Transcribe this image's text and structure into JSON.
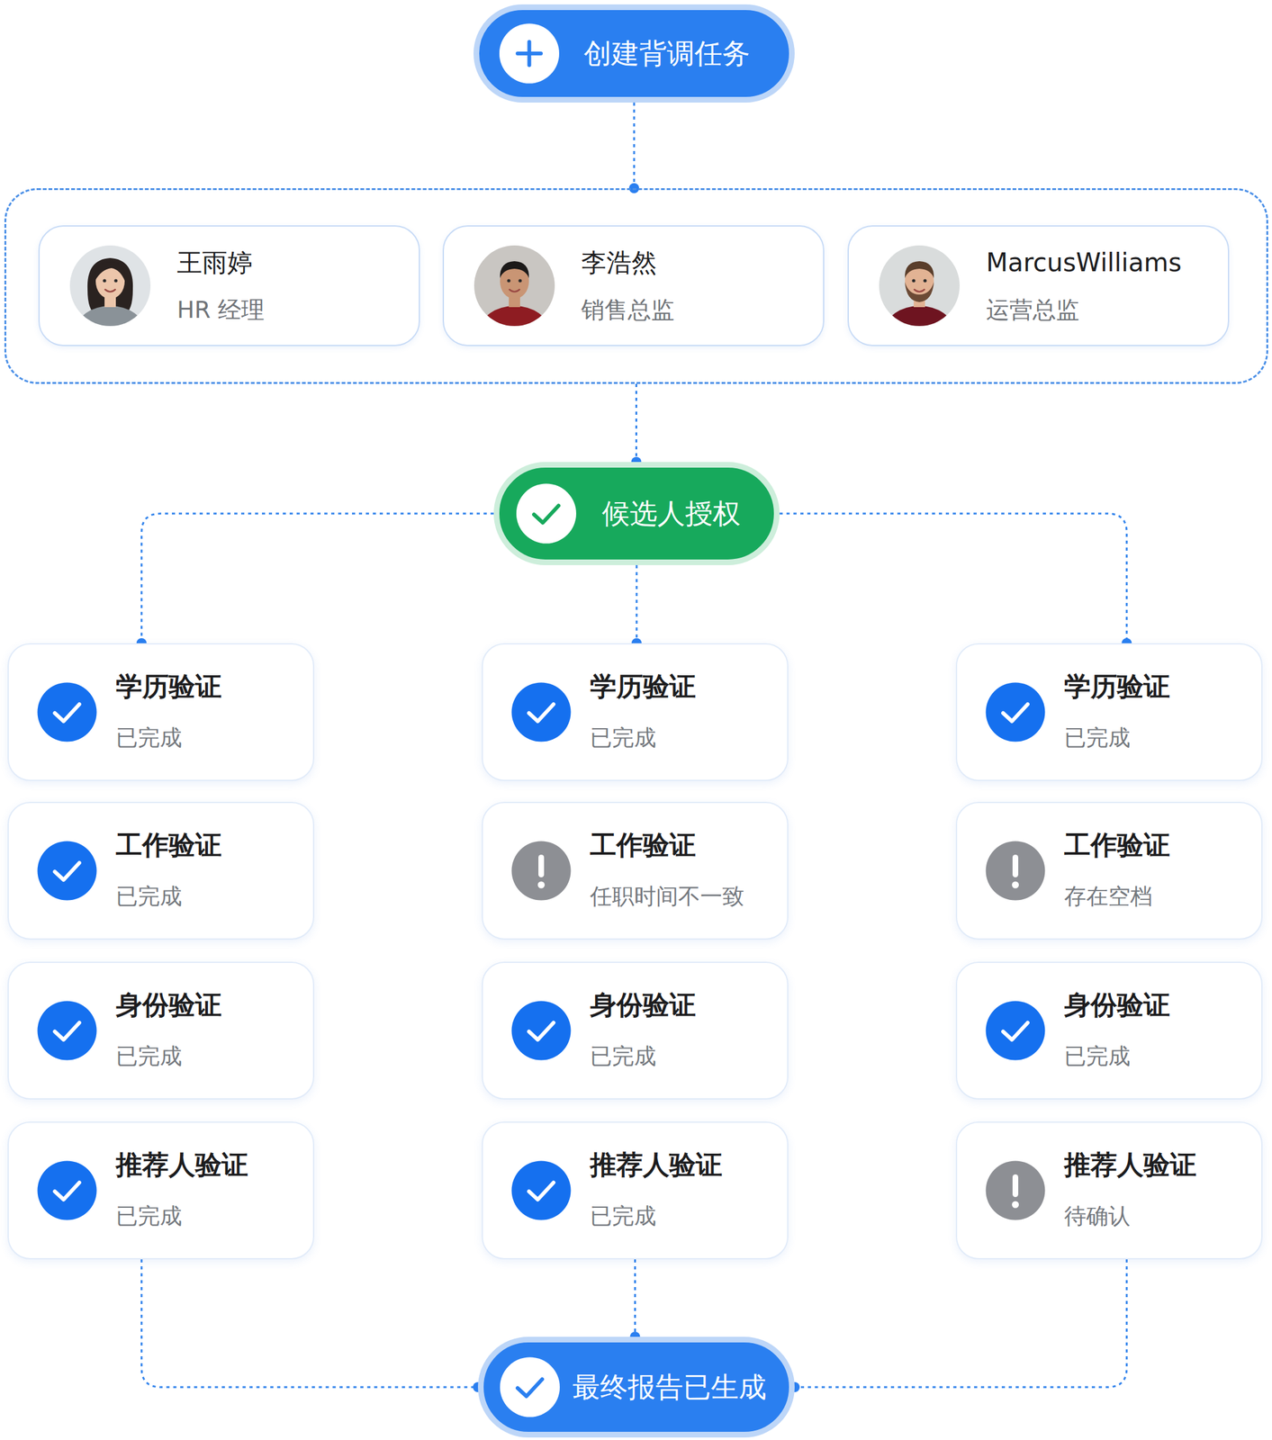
{
  "diagram": {
    "nodes": [
      {
        "text": [
          "创建背调任务"
        ]
      },
      {
        "text": []
      },
      {
        "text": [
          "王雨婷",
          "HR 经理"
        ],
        "in": 1
      },
      {
        "text": [
          "李浩然",
          "销售总监"
        ],
        "in": 1
      },
      {
        "text": [
          "MarcusWilliams",
          "运营总监"
        ],
        "in": 1
      },
      {
        "text": [
          "候选人授权"
        ]
      },
      {
        "text": [
          "学历验证",
          "已完成"
        ]
      },
      {
        "text": [
          "学历验证",
          "已完成"
        ]
      },
      {
        "text": [
          "学历验证",
          "已完成"
        ]
      },
      {
        "text": [
          "工作验证",
          "已完成"
        ]
      },
      {
        "text": [
          "工作验证",
          "任职时间不一致"
        ]
      },
      {
        "text": [
          "工作验证",
          "存在空档"
        ]
      },
      {
        "text": [
          "身份验证",
          "已完成"
        ]
      },
      {
        "text": [
          "身份验证",
          "已完成"
        ]
      },
      {
        "text": [
          "身份验证",
          "已完成"
        ]
      },
      {
        "text": [
          "推荐人验证",
          "已完成"
        ]
      },
      {
        "text": [
          "推荐人验证",
          "已完成"
        ]
      },
      {
        "text": [
          "推荐人验证",
          "待确认"
        ]
      },
      {
        "text": [
          "最终报告已生成"
        ]
      }
    ],
    "edges": [
      {
        "from": 0,
        "to": 1,
        "arrow": "to"
      },
      {
        "from": 1,
        "to": 5,
        "arrow": "to"
      },
      {
        "from": 5,
        "to": 6,
        "arrow": "to"
      },
      {
        "from": 5,
        "to": 7,
        "arrow": "to"
      },
      {
        "from": 5,
        "to": 8,
        "arrow": "to"
      },
      {
        "from": 15,
        "to": 18,
        "arrow": "to"
      },
      {
        "from": 16,
        "to": 18,
        "arrow": "to"
      },
      {
        "from": 17,
        "to": 18,
        "arrow": "to"
      }
    ]
  }
}
